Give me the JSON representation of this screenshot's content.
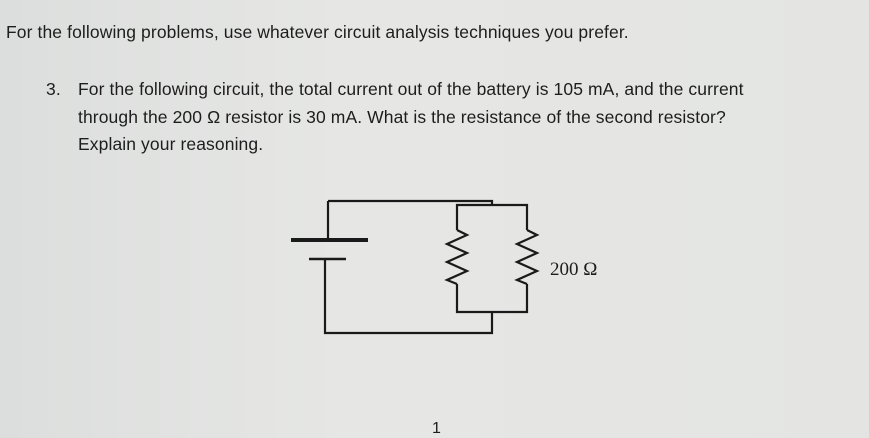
{
  "instructions": "For the following problems, use whatever circuit analysis techniques you prefer.",
  "problem": {
    "number": "3.",
    "lines": [
      "For the following circuit, the total current out of the battery is 105 mA, and the current",
      "through the 200 Ω resistor is 30 mA. What is the resistance of the second resistor?",
      "Explain your reasoning."
    ]
  },
  "circuit": {
    "components": [
      "battery",
      "resistor-unknown",
      "resistor-200-ohm"
    ],
    "resistor_label": "200 Ω"
  },
  "page_number": "1"
}
